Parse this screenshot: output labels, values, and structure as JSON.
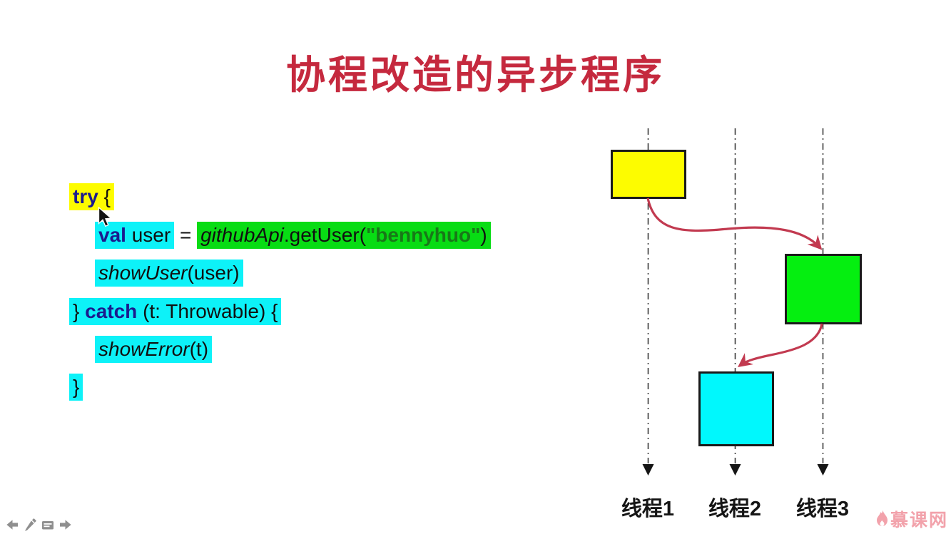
{
  "title": "协程改造的异步程序",
  "colors": {
    "title-red": "#c5293e",
    "arrow-red": "#c23a50",
    "hl-yellow": "#fdfc00",
    "hl-cyan": "#0df2f8",
    "hl-green": "#08dc14",
    "box-yellow": "#fdfc00",
    "box-green": "#05ef10",
    "box-cyan": "#00f8fd",
    "keyword-navy": "#1b1b8e",
    "string-green": "#187818",
    "icon-gray": "#8f8f8f",
    "watermark-pink": "#f2a2ab",
    "line-gray": "#3a3a3a"
  },
  "code": {
    "lines": [
      {
        "keyword": "try",
        "after": " {"
      },
      {
        "keyword": "val",
        "variable": " user",
        "operator": " = ",
        "receiver": "githubApi",
        "call": ".getUser(",
        "string_arg": "\"bennyhuo\"",
        "close": ")"
      },
      {
        "function": "showUser",
        "args": "(user)"
      },
      {
        "before": "} ",
        "keyword": "catch",
        "after": " (t: Throwable) {"
      },
      {
        "function": "showError",
        "args": "(t)"
      },
      {
        "brace": "}"
      }
    ]
  },
  "diagram": {
    "labels": [
      "线程1",
      "线程2",
      "线程3"
    ]
  },
  "controls": {
    "icons": [
      "previous-slide-icon",
      "pen-icon",
      "slide-panel-icon",
      "next-slide-icon"
    ]
  },
  "watermark": {
    "text": "慕课网"
  }
}
